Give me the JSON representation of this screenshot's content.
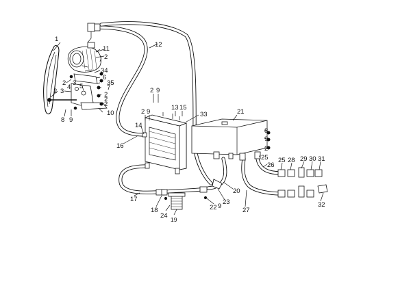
{
  "callouts": [
    {
      "id": "c1",
      "text": "1"
    },
    {
      "id": "c11",
      "text": "11"
    },
    {
      "id": "c2a",
      "text": "2"
    },
    {
      "id": "c34",
      "text": "34"
    },
    {
      "id": "c6",
      "text": "6"
    },
    {
      "id": "c35",
      "text": "35"
    },
    {
      "id": "c2b",
      "text": "2"
    },
    {
      "id": "c3a",
      "text": "3"
    },
    {
      "id": "c5",
      "text": "5"
    },
    {
      "id": "c7",
      "text": "7"
    },
    {
      "id": "c2c",
      "text": "2"
    },
    {
      "id": "c4",
      "text": "4"
    },
    {
      "id": "c3b",
      "text": "3"
    },
    {
      "id": "c2d",
      "text": "2"
    },
    {
      "id": "c2e",
      "text": "2"
    },
    {
      "id": "c2f",
      "text": "2"
    },
    {
      "id": "c10",
      "text": "10"
    },
    {
      "id": "c8a",
      "text": "8"
    },
    {
      "id": "c9a",
      "text": "9"
    },
    {
      "id": "c12",
      "text": "12"
    },
    {
      "id": "c2g",
      "text": "2"
    },
    {
      "id": "c9b",
      "text": "9"
    },
    {
      "id": "c2h",
      "text": "2"
    },
    {
      "id": "c9c",
      "text": "9"
    },
    {
      "id": "c13",
      "text": "13"
    },
    {
      "id": "c15",
      "text": "15"
    },
    {
      "id": "c33",
      "text": "33"
    },
    {
      "id": "c14",
      "text": "14"
    },
    {
      "id": "c16",
      "text": "16"
    },
    {
      "id": "c21",
      "text": "21"
    },
    {
      "id": "c8b",
      "text": "8"
    },
    {
      "id": "c9d",
      "text": "9"
    },
    {
      "id": "c2i",
      "text": "2"
    },
    {
      "id": "c25a",
      "text": "25"
    },
    {
      "id": "c26",
      "text": "26"
    },
    {
      "id": "c25b",
      "text": "25"
    },
    {
      "id": "c28",
      "text": "28"
    },
    {
      "id": "c29",
      "text": "29"
    },
    {
      "id": "c30",
      "text": "30"
    },
    {
      "id": "c31",
      "text": "31"
    },
    {
      "id": "c20",
      "text": "20"
    },
    {
      "id": "c23",
      "text": "23"
    },
    {
      "id": "c22",
      "text": "22"
    },
    {
      "id": "c9e",
      "text": "9"
    },
    {
      "id": "c27",
      "text": "27"
    },
    {
      "id": "c32",
      "text": "32"
    },
    {
      "id": "c17",
      "text": "17"
    },
    {
      "id": "c18",
      "text": "18"
    },
    {
      "id": "c24",
      "text": "24"
    },
    {
      "id": "c19",
      "text": "19"
    }
  ]
}
